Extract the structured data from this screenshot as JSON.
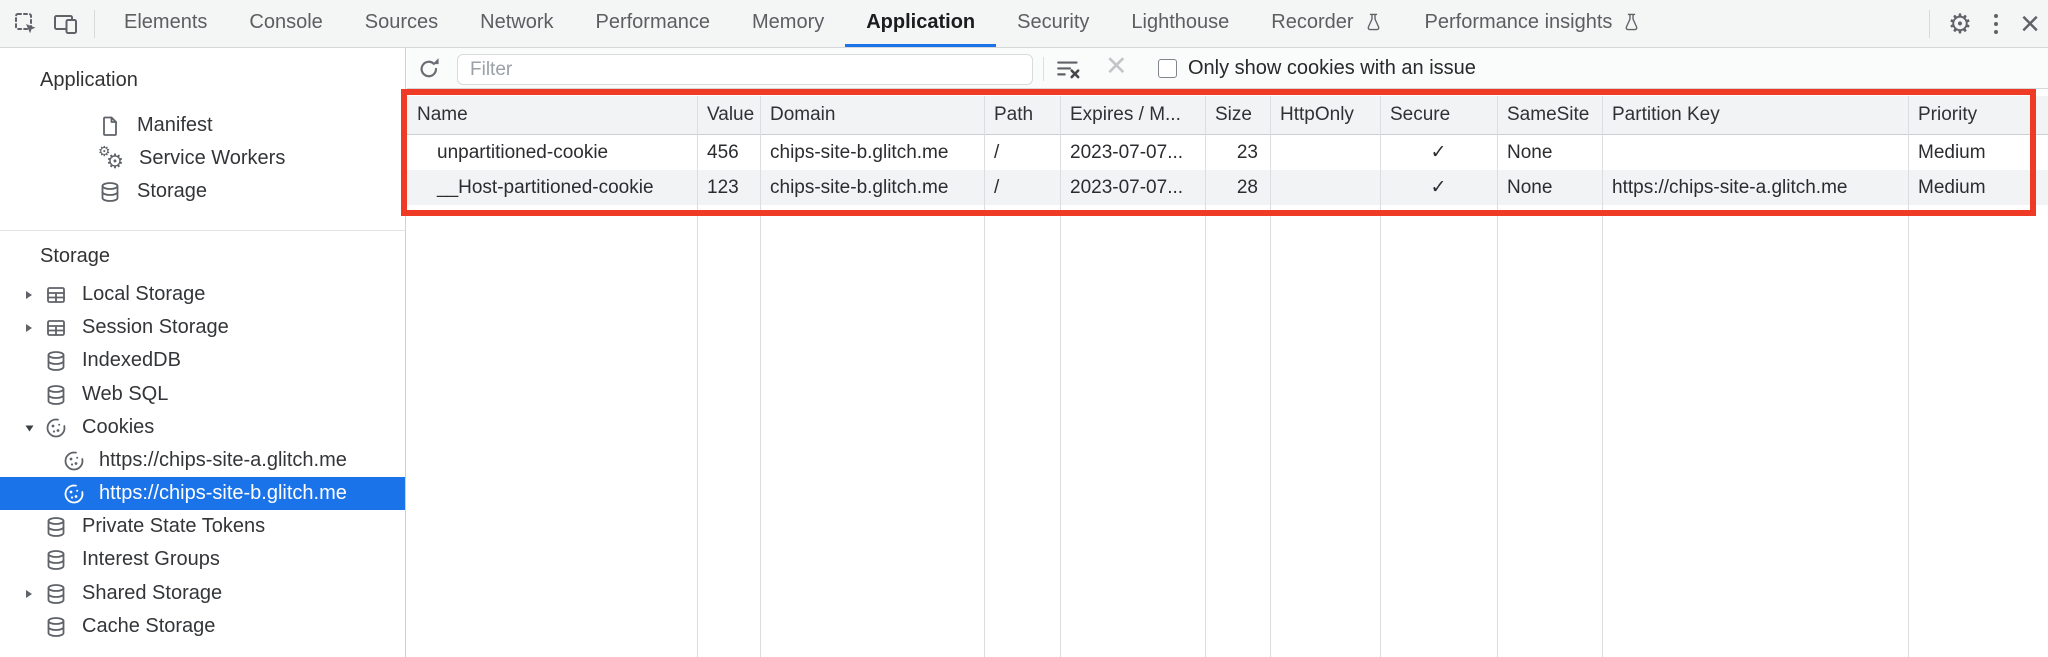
{
  "colors": {
    "accent_blue": "#1a73e8",
    "selection_blue": "#1a73e8",
    "highlight_red": "#ef3b26"
  },
  "tabbar": {
    "active_tab": "Application",
    "tabs": [
      {
        "label": "Elements"
      },
      {
        "label": "Console"
      },
      {
        "label": "Sources"
      },
      {
        "label": "Network"
      },
      {
        "label": "Performance"
      },
      {
        "label": "Memory"
      },
      {
        "label": "Application"
      },
      {
        "label": "Security"
      },
      {
        "label": "Lighthouse"
      },
      {
        "label": "Recorder",
        "experiment": true
      },
      {
        "label": "Performance insights",
        "experiment": true
      }
    ]
  },
  "sidebar": {
    "app_section": {
      "title": "Application",
      "items": [
        {
          "label": "Manifest",
          "icon": "document-icon"
        },
        {
          "label": "Service Workers",
          "icon": "gears-icon"
        },
        {
          "label": "Storage",
          "icon": "database-icon"
        }
      ]
    },
    "storage_section": {
      "title": "Storage",
      "items": [
        {
          "label": "Local Storage",
          "icon": "table-icon",
          "arrow": "collapsed"
        },
        {
          "label": "Session Storage",
          "icon": "table-icon",
          "arrow": "collapsed"
        },
        {
          "label": "IndexedDB",
          "icon": "database-icon"
        },
        {
          "label": "Web SQL",
          "icon": "database-icon"
        },
        {
          "label": "Cookies",
          "icon": "cookie-icon",
          "arrow": "expanded"
        },
        {
          "label": "https://chips-site-a.glitch.me",
          "icon": "cookie-icon",
          "child": true
        },
        {
          "label": "https://chips-site-b.glitch.me",
          "icon": "cookie-icon",
          "child": true,
          "selected": true
        },
        {
          "label": "Private State Tokens",
          "icon": "database-icon"
        },
        {
          "label": "Interest Groups",
          "icon": "database-icon"
        },
        {
          "label": "Shared Storage",
          "icon": "database-icon",
          "arrow": "collapsed"
        },
        {
          "label": "Cache Storage",
          "icon": "database-icon"
        }
      ]
    }
  },
  "toolbar": {
    "filter_placeholder": "Filter",
    "checkbox_checked": false,
    "checkbox_label": "Only show cookies with an issue"
  },
  "cookie_table": {
    "headers": [
      "Name",
      "Value",
      "Domain",
      "Path",
      "Expires / M...",
      "Size",
      "HttpOnly",
      "Secure",
      "SameSite",
      "Partition Key",
      "Priority"
    ],
    "rows": [
      {
        "name": "unpartitioned-cookie",
        "value": "456",
        "domain": "chips-site-b.glitch.me",
        "path": "/",
        "expires": "2023-07-07...",
        "size": "23",
        "http_only": "",
        "secure": "✓",
        "same_site": "None",
        "partition_key": "",
        "priority": "Medium"
      },
      {
        "name": "__Host-partitioned-cookie",
        "value": "123",
        "domain": "chips-site-b.glitch.me",
        "path": "/",
        "expires": "2023-07-07...",
        "size": "28",
        "http_only": "",
        "secure": "✓",
        "same_site": "None",
        "partition_key": "https://chips-site-a.glitch.me",
        "priority": "Medium"
      }
    ]
  }
}
